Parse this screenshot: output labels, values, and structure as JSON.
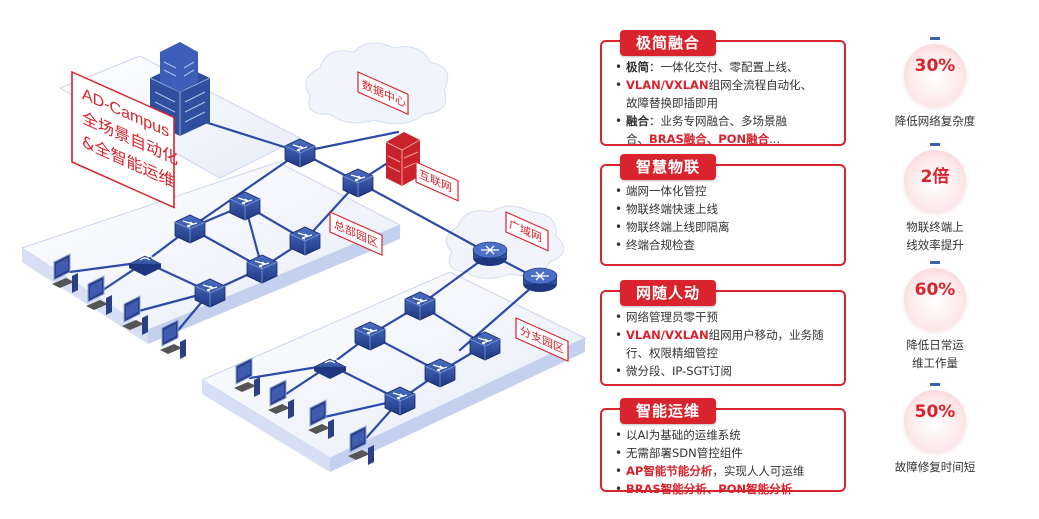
{
  "diagram": {
    "product_title": [
      "AD-Campus",
      "全场景自动化",
      "&全智能运维"
    ],
    "labels": {
      "datacenter": "数据中心",
      "internet": "互联网",
      "hq": "总部园区",
      "wan": "广域网",
      "branch": "分支园区"
    }
  },
  "panels": [
    {
      "title": "极简融合",
      "items": [
        {
          "parts": [
            {
              "t": "极简",
              "s": "b"
            },
            {
              "t": "：一体化交付、零配置上线、"
            }
          ]
        },
        {
          "parts": [
            {
              "t": "VLAN/VXLAN",
              "s": "r"
            },
            {
              "t": "组网全流程自动化、"
            }
          ]
        },
        {
          "parts": [
            {
              "t": "故障替换即插即用"
            }
          ],
          "cont": true
        },
        {
          "parts": [
            {
              "t": "融合",
              "s": "b"
            },
            {
              "t": "：业务专网融合、多场景融"
            }
          ]
        },
        {
          "parts": [
            {
              "t": "合、"
            },
            {
              "t": "BRAS融合、PON融合",
              "s": "r"
            },
            {
              "t": "..."
            }
          ],
          "cont": true
        }
      ]
    },
    {
      "title": "智慧物联",
      "items": [
        {
          "parts": [
            {
              "t": "端网一体化管控"
            }
          ]
        },
        {
          "parts": [
            {
              "t": "物联终端快速上线"
            }
          ]
        },
        {
          "parts": [
            {
              "t": "物联终端上线即隔离"
            }
          ]
        },
        {
          "parts": [
            {
              "t": "终端合规检查"
            }
          ]
        }
      ]
    },
    {
      "title": "网随人动",
      "items": [
        {
          "parts": [
            {
              "t": "网络管理员零干预"
            }
          ]
        },
        {
          "parts": [
            {
              "t": "VLAN/VXLAN",
              "s": "r"
            },
            {
              "t": "组网用户移动，业务随"
            }
          ]
        },
        {
          "parts": [
            {
              "t": "行、权限精细管控"
            }
          ],
          "cont": true
        },
        {
          "parts": [
            {
              "t": "微分段、IP-SGT订阅"
            }
          ]
        }
      ]
    },
    {
      "title": "智能运维",
      "items": [
        {
          "parts": [
            {
              "t": "以AI为基础的运维系统"
            }
          ]
        },
        {
          "parts": [
            {
              "t": "无需部署SDN管控组件"
            }
          ]
        },
        {
          "parts": [
            {
              "t": "AP智能节能分析",
              "s": "r"
            },
            {
              "t": "，实现人人可运维"
            }
          ]
        },
        {
          "parts": [
            {
              "t": "BRAS智能分析、PON智能分析",
              "s": "r"
            }
          ]
        }
      ]
    }
  ],
  "stats": [
    {
      "value": "30%",
      "label": [
        "降低网络复杂度"
      ]
    },
    {
      "value": "2倍",
      "label": [
        "物联终端上",
        "线效率提升"
      ]
    },
    {
      "value": "60%",
      "label": [
        "降低日常运",
        "维工作量"
      ]
    },
    {
      "value": "50%",
      "label": [
        "故障修复时间短"
      ]
    }
  ],
  "colors": {
    "accent": "#d9232d",
    "network_blue": "#2f4f9e",
    "link_blue": "#2d4aa8"
  }
}
